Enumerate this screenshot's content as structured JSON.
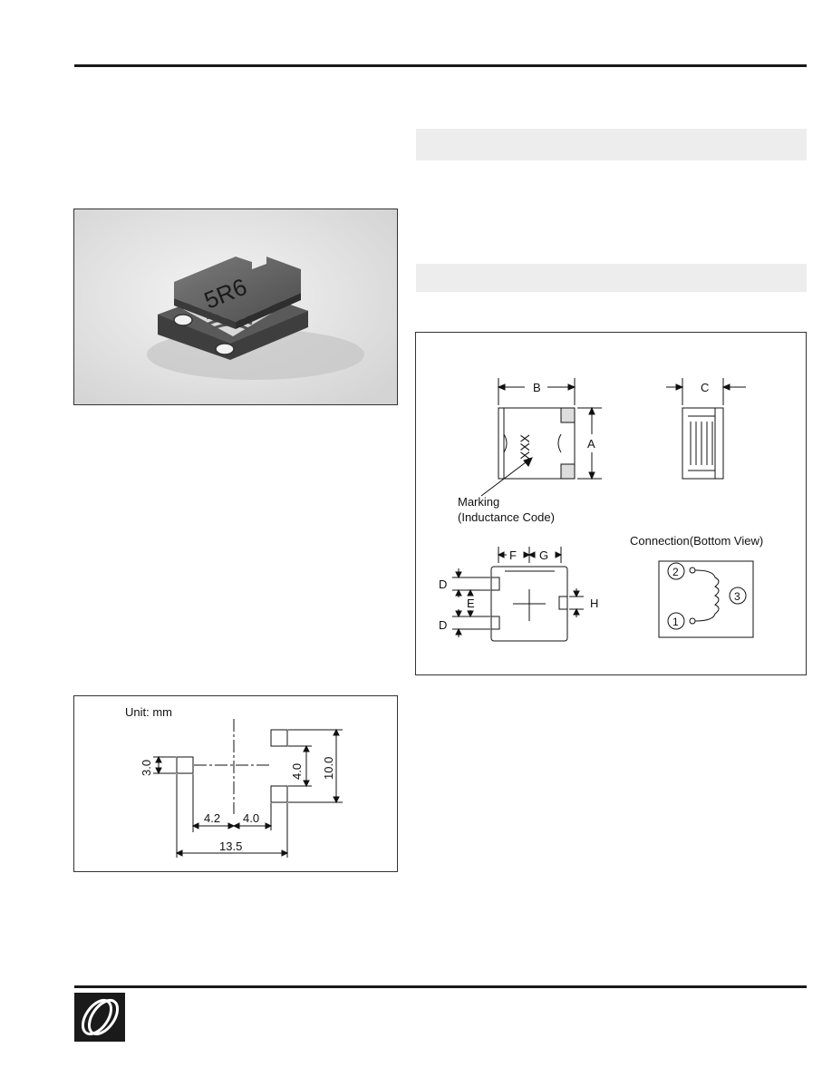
{
  "photo": {
    "marking": "5R6"
  },
  "dimensions_diagram": {
    "top_labels": {
      "b": "B",
      "a": "A",
      "c": "C"
    },
    "body_marking": "XXX",
    "marking_label_line1": "Marking",
    "marking_label_line2": "(Inductance Code)",
    "bottom_labels": {
      "f": "F",
      "g": "G",
      "d": "D",
      "e": "E",
      "h": "H"
    },
    "connection_title": "Connection(Bottom View)",
    "pins": {
      "p1": "1",
      "p2": "2",
      "p3": "3"
    }
  },
  "land_pattern": {
    "unit": "Unit: mm",
    "dims": {
      "pad": "3.0",
      "left_offset": "4.2",
      "right_offset": "4.0",
      "pad_spacing": "4.0",
      "overall_height": "10.0",
      "overall_width": "13.5"
    }
  },
  "colors": {
    "rule": "#1a1a1a",
    "section_bar": "#ededed",
    "line": "#111111"
  }
}
